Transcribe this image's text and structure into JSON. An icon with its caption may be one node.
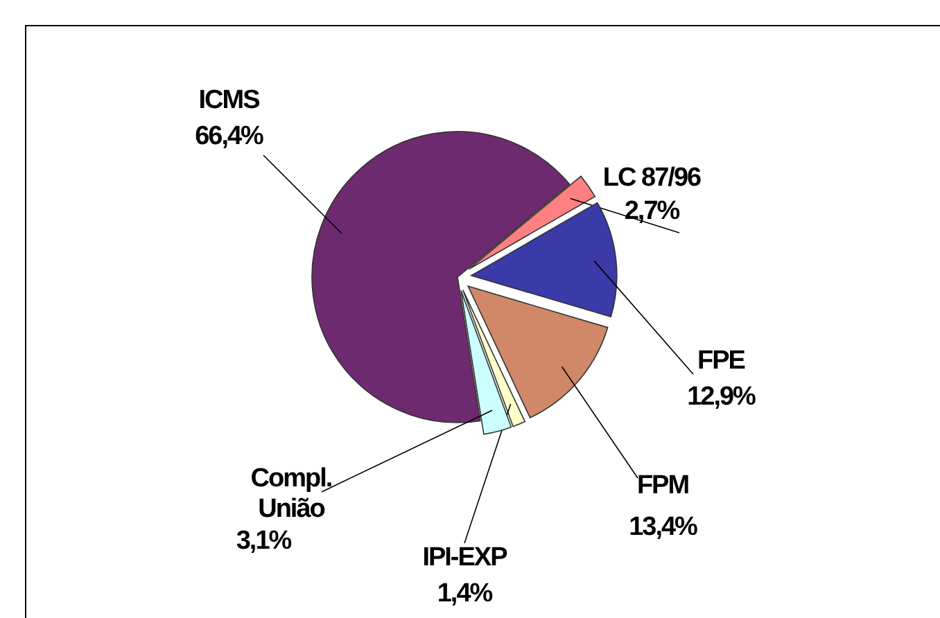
{
  "diagram": {
    "chart_data": {
      "type": "pie",
      "categories": [
        "ICMS",
        "LC 87/96",
        "FPE",
        "FPM",
        "IPI-EXP",
        "Compl. União"
      ],
      "series": [
        {
          "colors": [
            "#6e2a6e",
            "#ff8080",
            "#3a3aa8",
            "#d08868",
            "#ffffcc",
            "#ccffff"
          ],
          "values": [
            66.4,
            2.7,
            12.9,
            13.4,
            1.4,
            3.1
          ]
        }
      ],
      "value_labels": [
        "66,4%",
        "2,7%",
        "12,9%",
        "13,4%",
        "1,4%",
        "3,1%"
      ]
    }
  }
}
